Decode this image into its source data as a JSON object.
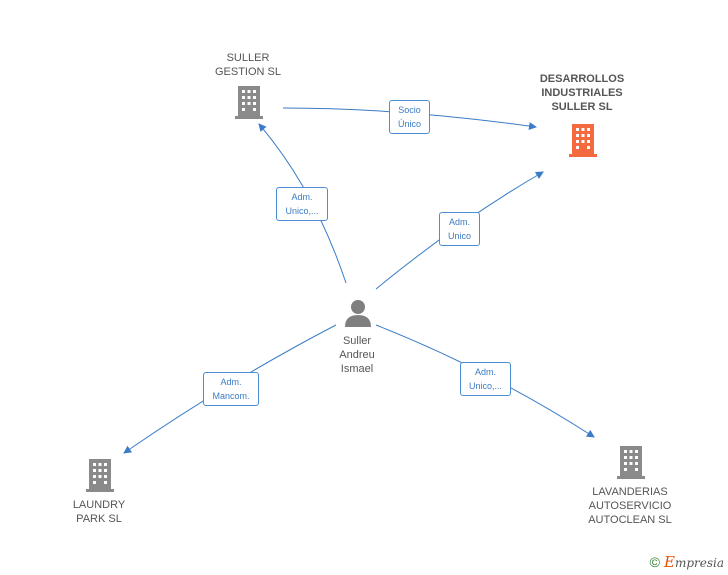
{
  "colors": {
    "edge": "#3a7cc6",
    "building": "#8a8a8a",
    "building_main": "#f26a3d",
    "person": "#7f7f7f"
  },
  "nodes": {
    "suller_gestion": {
      "lines": [
        "SULLER",
        "GESTION SL"
      ],
      "icon": "building-icon"
    },
    "desarrollos": {
      "lines": [
        "DESARROLLOS",
        "INDUSTRIALES",
        "SULLER SL"
      ],
      "icon": "building-icon"
    },
    "person": {
      "lines": [
        "Suller",
        "Andreu",
        "Ismael"
      ],
      "icon": "person-icon"
    },
    "laundry": {
      "lines": [
        "LAUNDRY",
        "PARK SL"
      ],
      "icon": "building-icon"
    },
    "lavanderias": {
      "lines": [
        "LAVANDERIAS",
        "AUTOSERVICIO",
        "AUTOCLEAN SL"
      ],
      "icon": "building-icon"
    }
  },
  "edges": {
    "socio_unico": [
      "Socio",
      "Único"
    ],
    "adm_gestion": [
      "Adm.",
      "Unico,..."
    ],
    "adm_desarrollos": [
      "Adm.",
      "Unico"
    ],
    "adm_laundry": [
      "Adm.",
      "Mancom."
    ],
    "adm_lavanderias": [
      "Adm.",
      "Unico,..."
    ]
  },
  "brand": {
    "copyright": "©",
    "initial": "E",
    "rest": "mpresia"
  }
}
